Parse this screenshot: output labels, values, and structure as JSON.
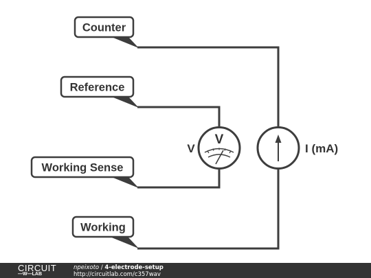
{
  "labels": {
    "counter": "Counter",
    "reference": "Reference",
    "working_sense": "Working Sense",
    "working": "Working"
  },
  "voltmeter": {
    "symbol": "V",
    "label": "V"
  },
  "ammeter": {
    "label": "I (mA)",
    "icon": "arrow-up-icon"
  },
  "footer": {
    "logo_top": "CIRCUIT",
    "logo_bottom": "—W—LAB",
    "author": "npeixoto",
    "separator": " / ",
    "title": "4-electrode-setup",
    "url": "http://circuitlab.com/c357wav"
  },
  "colors": {
    "ink": "#3d3d3d",
    "footer_bg": "#333333"
  }
}
